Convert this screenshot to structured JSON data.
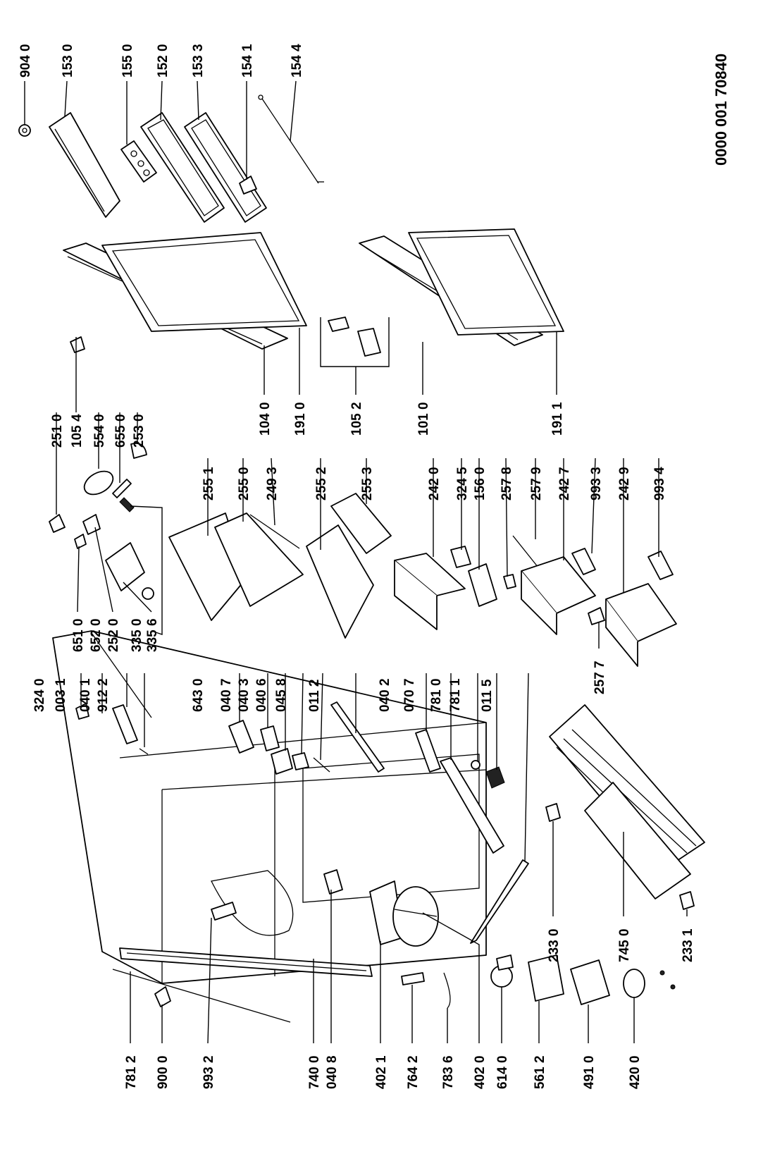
{
  "document_id": "0000 001 70840",
  "parts": {
    "p9040": "904 0",
    "p1530": "153 0",
    "p1550": "155 0",
    "p1520": "152 0",
    "p1533": "153 3",
    "p1541": "154 1",
    "p1544": "154 4",
    "p2510": "251 0",
    "p1054": "105 4",
    "p5540": "554 0",
    "p6550": "655 0",
    "p2530": "253 0",
    "p1040": "104 0",
    "p1910": "191 0",
    "p1052": "105 2",
    "p1010": "101 0",
    "p1911": "191 1",
    "p6510": "651 0",
    "p6520": "652 0",
    "p2520": "252 0",
    "p3350": "335 0",
    "p3356": "335 6",
    "p2551": "255 1",
    "p2550": "255 0",
    "p2493": "249 3",
    "p2552": "255 2",
    "p2553": "255 3",
    "p2420": "242 0",
    "p3245": "324 5",
    "p1560": "156 0",
    "p2578": "257 8",
    "p2579": "257 9",
    "p2427": "242 7",
    "p9933": "993 3",
    "p2429": "242 9",
    "p9934": "993 4",
    "p2577": "257 7",
    "p3240": "324 0",
    "p0031": "003 1",
    "p0401": "040 1",
    "p9122": "912 2",
    "p6430": "643 0",
    "p0407": "040 7",
    "p0403": "040 3",
    "p0406": "040 6",
    "p0458": "045 8",
    "p0112": "011 2",
    "p0402": "040 2",
    "p0707": "070 7",
    "p7810": "781 0",
    "p7811": "781 1",
    "p0115": "011 5",
    "p2330": "233 0",
    "p7450": "745 0",
    "p2331": "233 1",
    "p7812": "781 2",
    "p9000": "900 0",
    "p9932": "993 2",
    "p7400": "740 0",
    "p0408": "040 8",
    "p4021": "402 1",
    "p7642": "764 2",
    "p7836": "783 6",
    "p4020": "402 0",
    "p6140": "614 0",
    "p5612": "561 2",
    "p4910": "491 0",
    "p4200": "420 0"
  }
}
